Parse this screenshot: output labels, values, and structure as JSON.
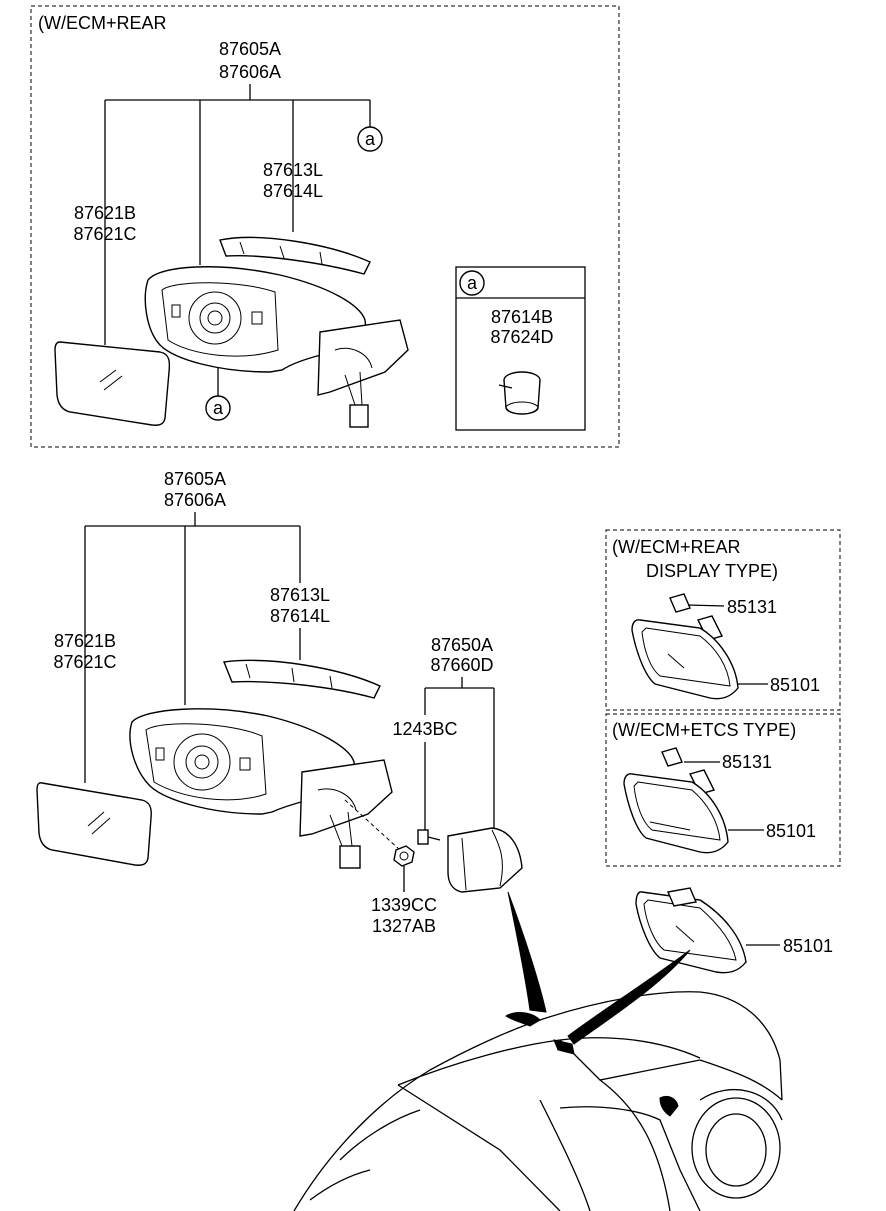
{
  "top_section": {
    "box_title": "(W/ECM+REAR",
    "mirror_assy": [
      "87605A",
      "87606A"
    ],
    "mirror_glass": [
      "87621B",
      "87621C"
    ],
    "cover": [
      "87613L",
      "87614L"
    ],
    "callout_letter": "a",
    "inset": {
      "callout_letter": "a",
      "parts": [
        "87614B",
        "87624D"
      ]
    }
  },
  "bottom_section": {
    "mirror_assy": [
      "87605A",
      "87606A"
    ],
    "mirror_glass": [
      "87621B",
      "87621C"
    ],
    "cover": [
      "87613L",
      "87614L"
    ],
    "inner_cover": [
      "87650A",
      "87660D"
    ],
    "screw": "1243BC",
    "nut": [
      "1339CC",
      "1327AB"
    ],
    "inside_mirror": "85101"
  },
  "box_rear_display": {
    "title": [
      "(W/ECM+REAR",
      "DISPLAY TYPE)"
    ],
    "cover_part": "85131",
    "mirror_part": "85101"
  },
  "box_etcs": {
    "title": "(W/ECM+ETCS TYPE)",
    "cover_part": "85131",
    "mirror_part": "85101"
  }
}
